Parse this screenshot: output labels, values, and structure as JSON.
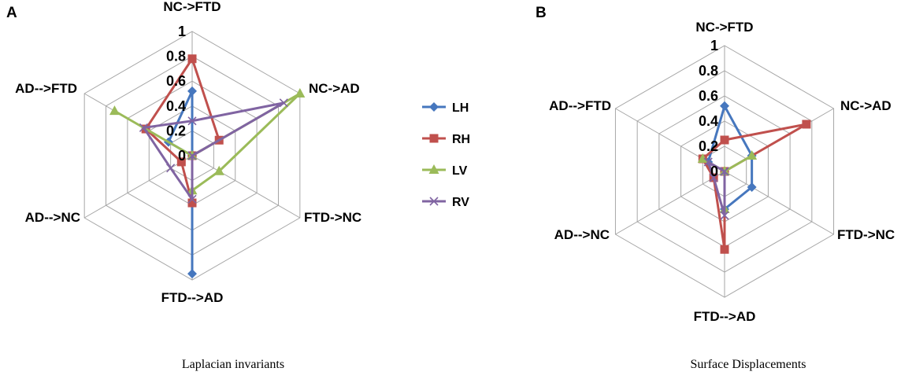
{
  "chart_data": [
    {
      "type": "radar",
      "panel": "A",
      "caption": "Laplacian invariants",
      "axes": [
        "NC->FTD",
        "NC->AD",
        "FTD->NC",
        "FTD-->AD",
        "AD-->NC",
        "AD-->FTD"
      ],
      "ticks": [
        "0",
        "0.2",
        "0.4",
        "0.6",
        "0.8",
        "1"
      ],
      "rlim": [
        0,
        1
      ],
      "grid": true,
      "legend": "right",
      "series": [
        {
          "name": "LH",
          "values": [
            0.52,
            0.0,
            0.0,
            0.95,
            0.0,
            0.22
          ]
        },
        {
          "name": "RH",
          "values": [
            0.78,
            0.25,
            0.0,
            0.38,
            0.1,
            0.43
          ]
        },
        {
          "name": "LV",
          "values": [
            0.0,
            1.0,
            0.25,
            0.28,
            0.0,
            0.72
          ]
        },
        {
          "name": "RV",
          "values": [
            0.28,
            0.85,
            0.0,
            0.35,
            0.2,
            0.45
          ]
        }
      ]
    },
    {
      "type": "radar",
      "panel": "B",
      "caption": "Surface Displacements",
      "axes": [
        "NC->FTD",
        "NC->AD",
        "FTD->NC",
        "FTD-->AD",
        "AD-->NC",
        "AD-->FTD"
      ],
      "ticks": [
        "0",
        "0.2",
        "0.4",
        "0.6",
        "0.8",
        "1"
      ],
      "rlim": [
        0,
        1
      ],
      "grid": true,
      "legend": "none",
      "series": [
        {
          "name": "LH",
          "values": [
            0.52,
            0.25,
            0.25,
            0.3,
            0.0,
            0.15
          ]
        },
        {
          "name": "RH",
          "values": [
            0.25,
            0.75,
            0.0,
            0.62,
            0.1,
            0.2
          ]
        },
        {
          "name": "LV",
          "values": [
            0.0,
            0.25,
            0.0,
            0.3,
            0.0,
            0.2
          ]
        },
        {
          "name": "RV",
          "values": [
            0.0,
            0.0,
            0.0,
            0.35,
            0.1,
            0.15
          ]
        }
      ]
    }
  ],
  "colors": {
    "LH": "#4677BE",
    "RH": "#C0504D",
    "LV": "#9BBB59",
    "RV": "#8064A2",
    "grid": "#A6A6A6"
  },
  "markers": {
    "LH": "diamond",
    "RH": "square",
    "LV": "triangle",
    "RV": "x"
  }
}
